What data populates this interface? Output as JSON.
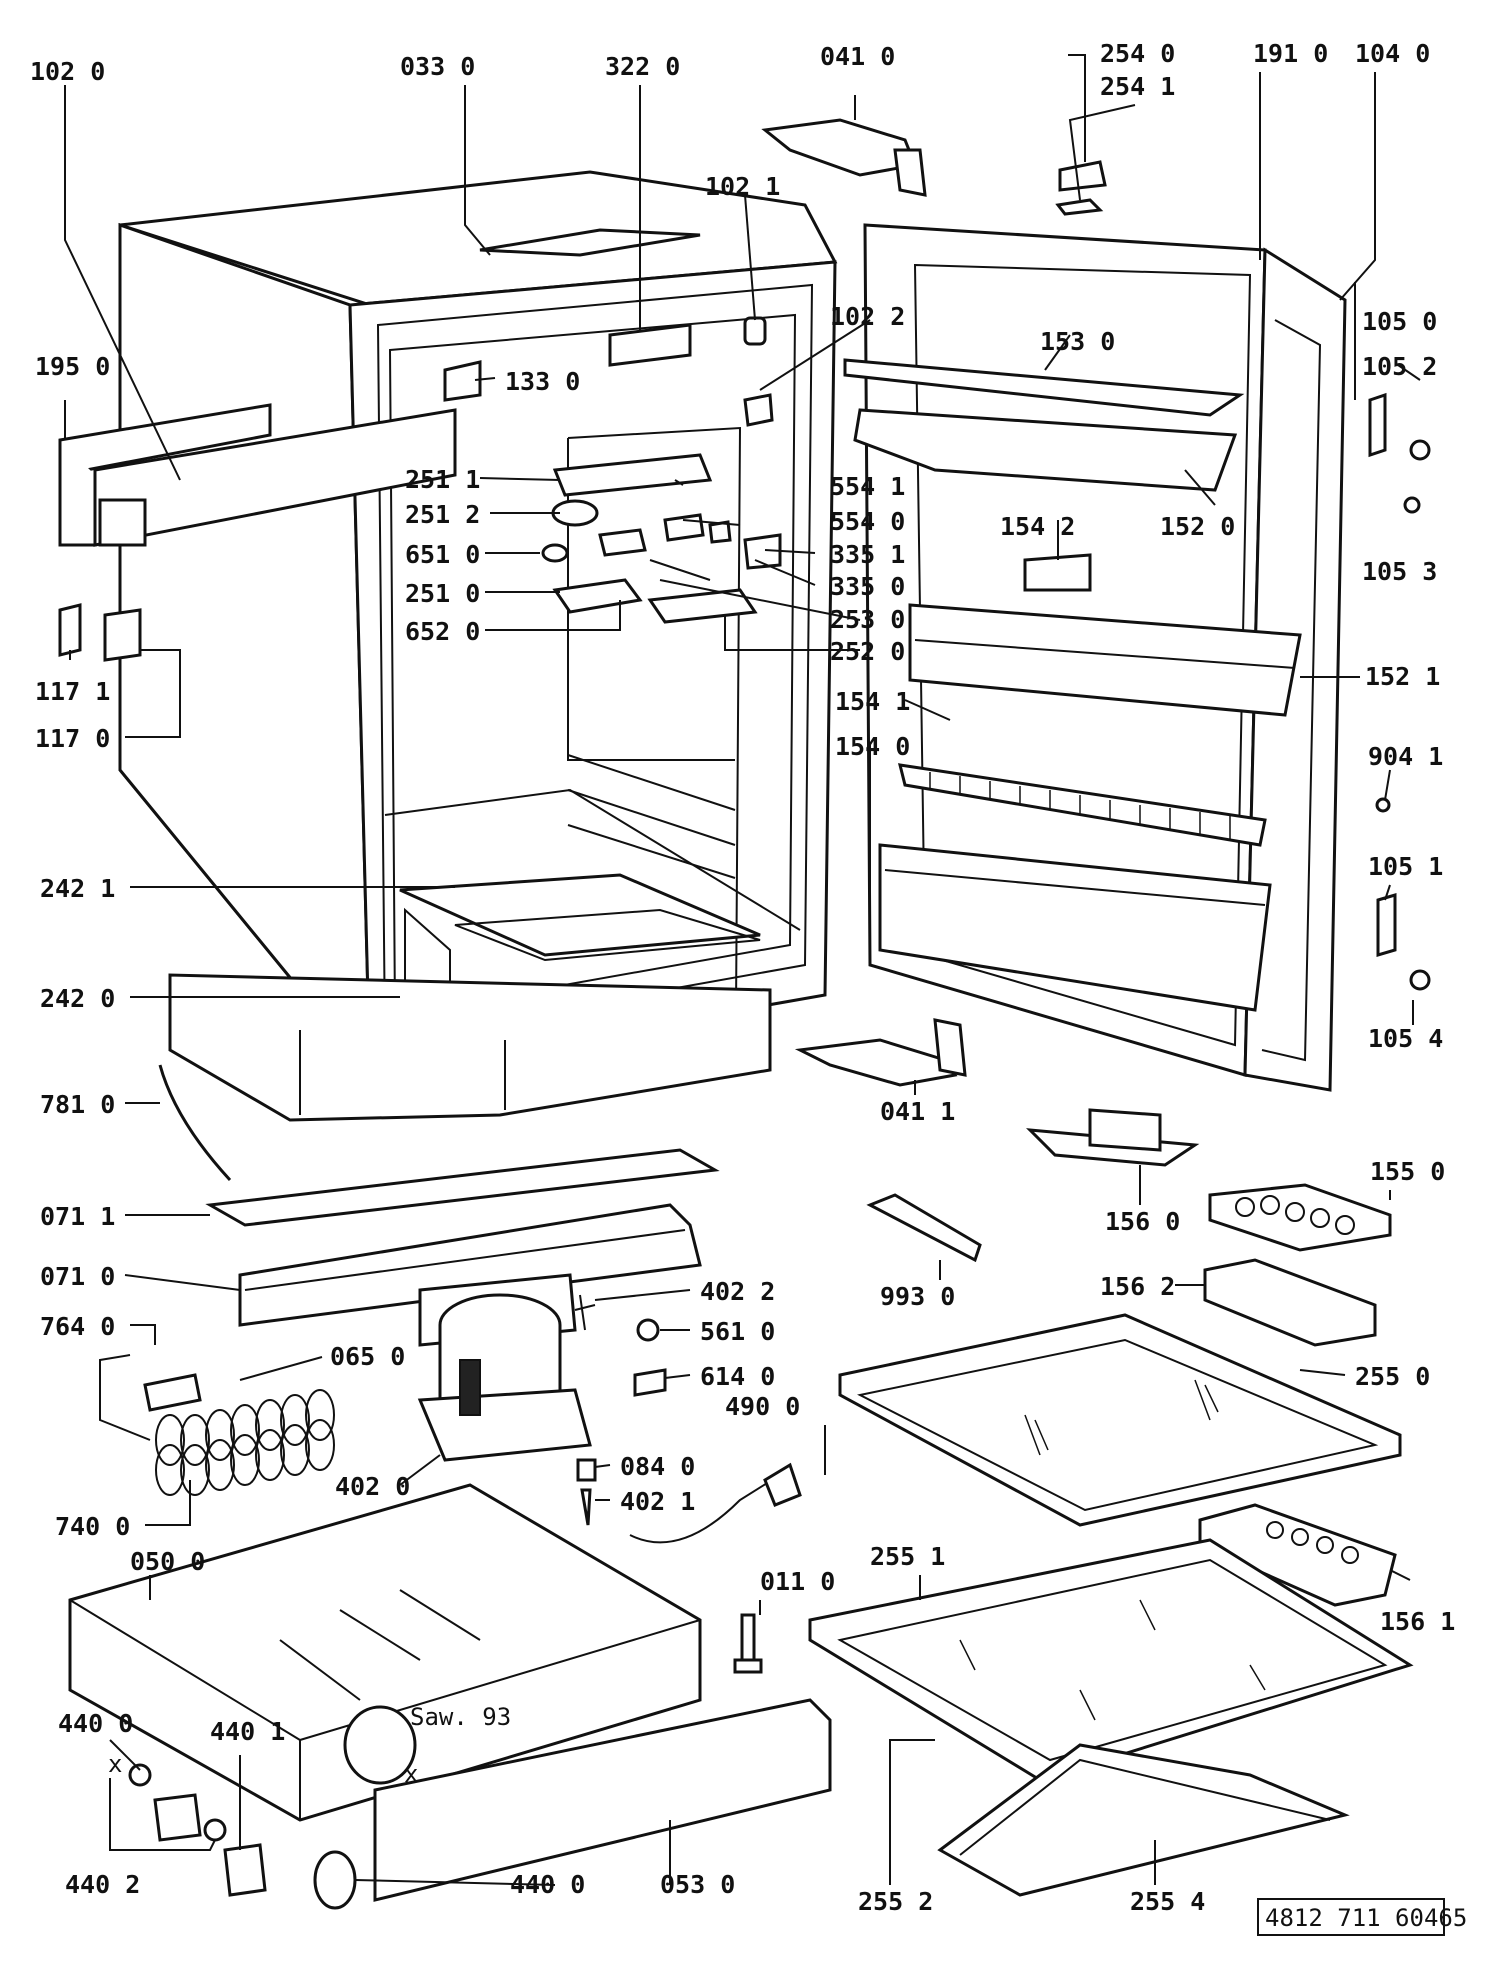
{
  "reference_number": "4812 711 60465",
  "stamp": "Saw. 93",
  "marks": {
    "x": "x"
  },
  "labels": {
    "p1020": "102 0",
    "p0330": "033 0",
    "p3220": "322 0",
    "p0410": "041 0",
    "p2540": "254 0",
    "p2541": "254 1",
    "p1910": "191 0",
    "p1040": "104 0",
    "p1021": "102 1",
    "p1022": "102 2",
    "p1050": "105 0",
    "p1052": "105 2",
    "p1950": "195 0",
    "p1330": "133 0",
    "p1530": "153 0",
    "p2511": "251 1",
    "p2512": "251 2",
    "p5541": "554 1",
    "p5540": "554 0",
    "p1520": "152 0",
    "p6510": "651 0",
    "p3351": "335 1",
    "p1542": "154 2",
    "p1053": "105 3",
    "p2510": "251 0",
    "p3350": "335 0",
    "p6520": "652 0",
    "p2530": "253 0",
    "p2520": "252 0",
    "p1171": "117 1",
    "p1521": "152 1",
    "p1170": "117 0",
    "p1541": "154 1",
    "p1540": "154 0",
    "p9041": "904 1",
    "p1051": "105 1",
    "p2421": "242 1",
    "p2420": "242 0",
    "p1054": "105 4",
    "p7810": "781 0",
    "p0411": "041 1",
    "p1550": "155 0",
    "p0711": "071 1",
    "p1560": "156 0",
    "p0710": "071 0",
    "p9930": "993 0",
    "p1562": "156 2",
    "p4022": "402 2",
    "p7640": "764 0",
    "p5610": "561 0",
    "p0650": "065 0",
    "p6140": "614 0",
    "p2550": "255 0",
    "p0840": "084 0",
    "p4020": "402 0",
    "p4900": "490 0",
    "p7400": "740 0",
    "p4021": "402 1",
    "p2551": "255 1",
    "p0500": "050 0",
    "p0110": "011 0",
    "p1561": "156 1",
    "p4400a": "440 0",
    "p4401": "440 1",
    "p4402": "440 2",
    "p4400b": "440 0",
    "p0530": "053 0",
    "p2552": "255 2",
    "p2554": "255 4"
  }
}
